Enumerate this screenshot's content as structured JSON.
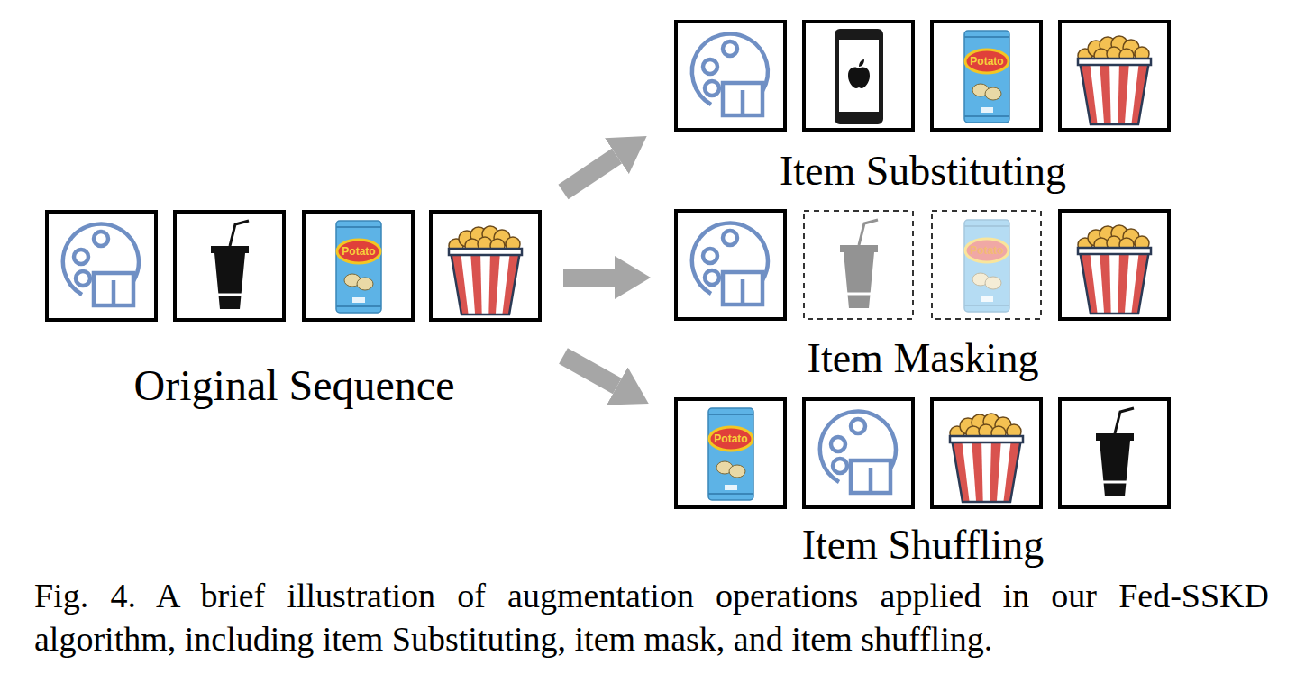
{
  "diagram": {
    "caption": "Fig. 4. A brief illustration of augmentation operations applied in our Fed-SSKD algorithm, including item Substituting, item mask, and item shuffling.",
    "nodes": [
      {
        "text": [
          "Original Sequence"
        ]
      },
      {
        "text": [
          "Item Substituting"
        ]
      },
      {
        "text": [
          "Item Masking"
        ]
      },
      {
        "text": [
          "Item Shuffling"
        ]
      }
    ],
    "edges": [
      {
        "from": 0,
        "to": 1,
        "arrow": "to"
      },
      {
        "from": 0,
        "to": 2,
        "arrow": "to"
      },
      {
        "from": 0,
        "to": 3,
        "arrow": "to"
      }
    ],
    "labels": [
      "Potato",
      "Potato",
      "Potato",
      "Potato"
    ]
  }
}
